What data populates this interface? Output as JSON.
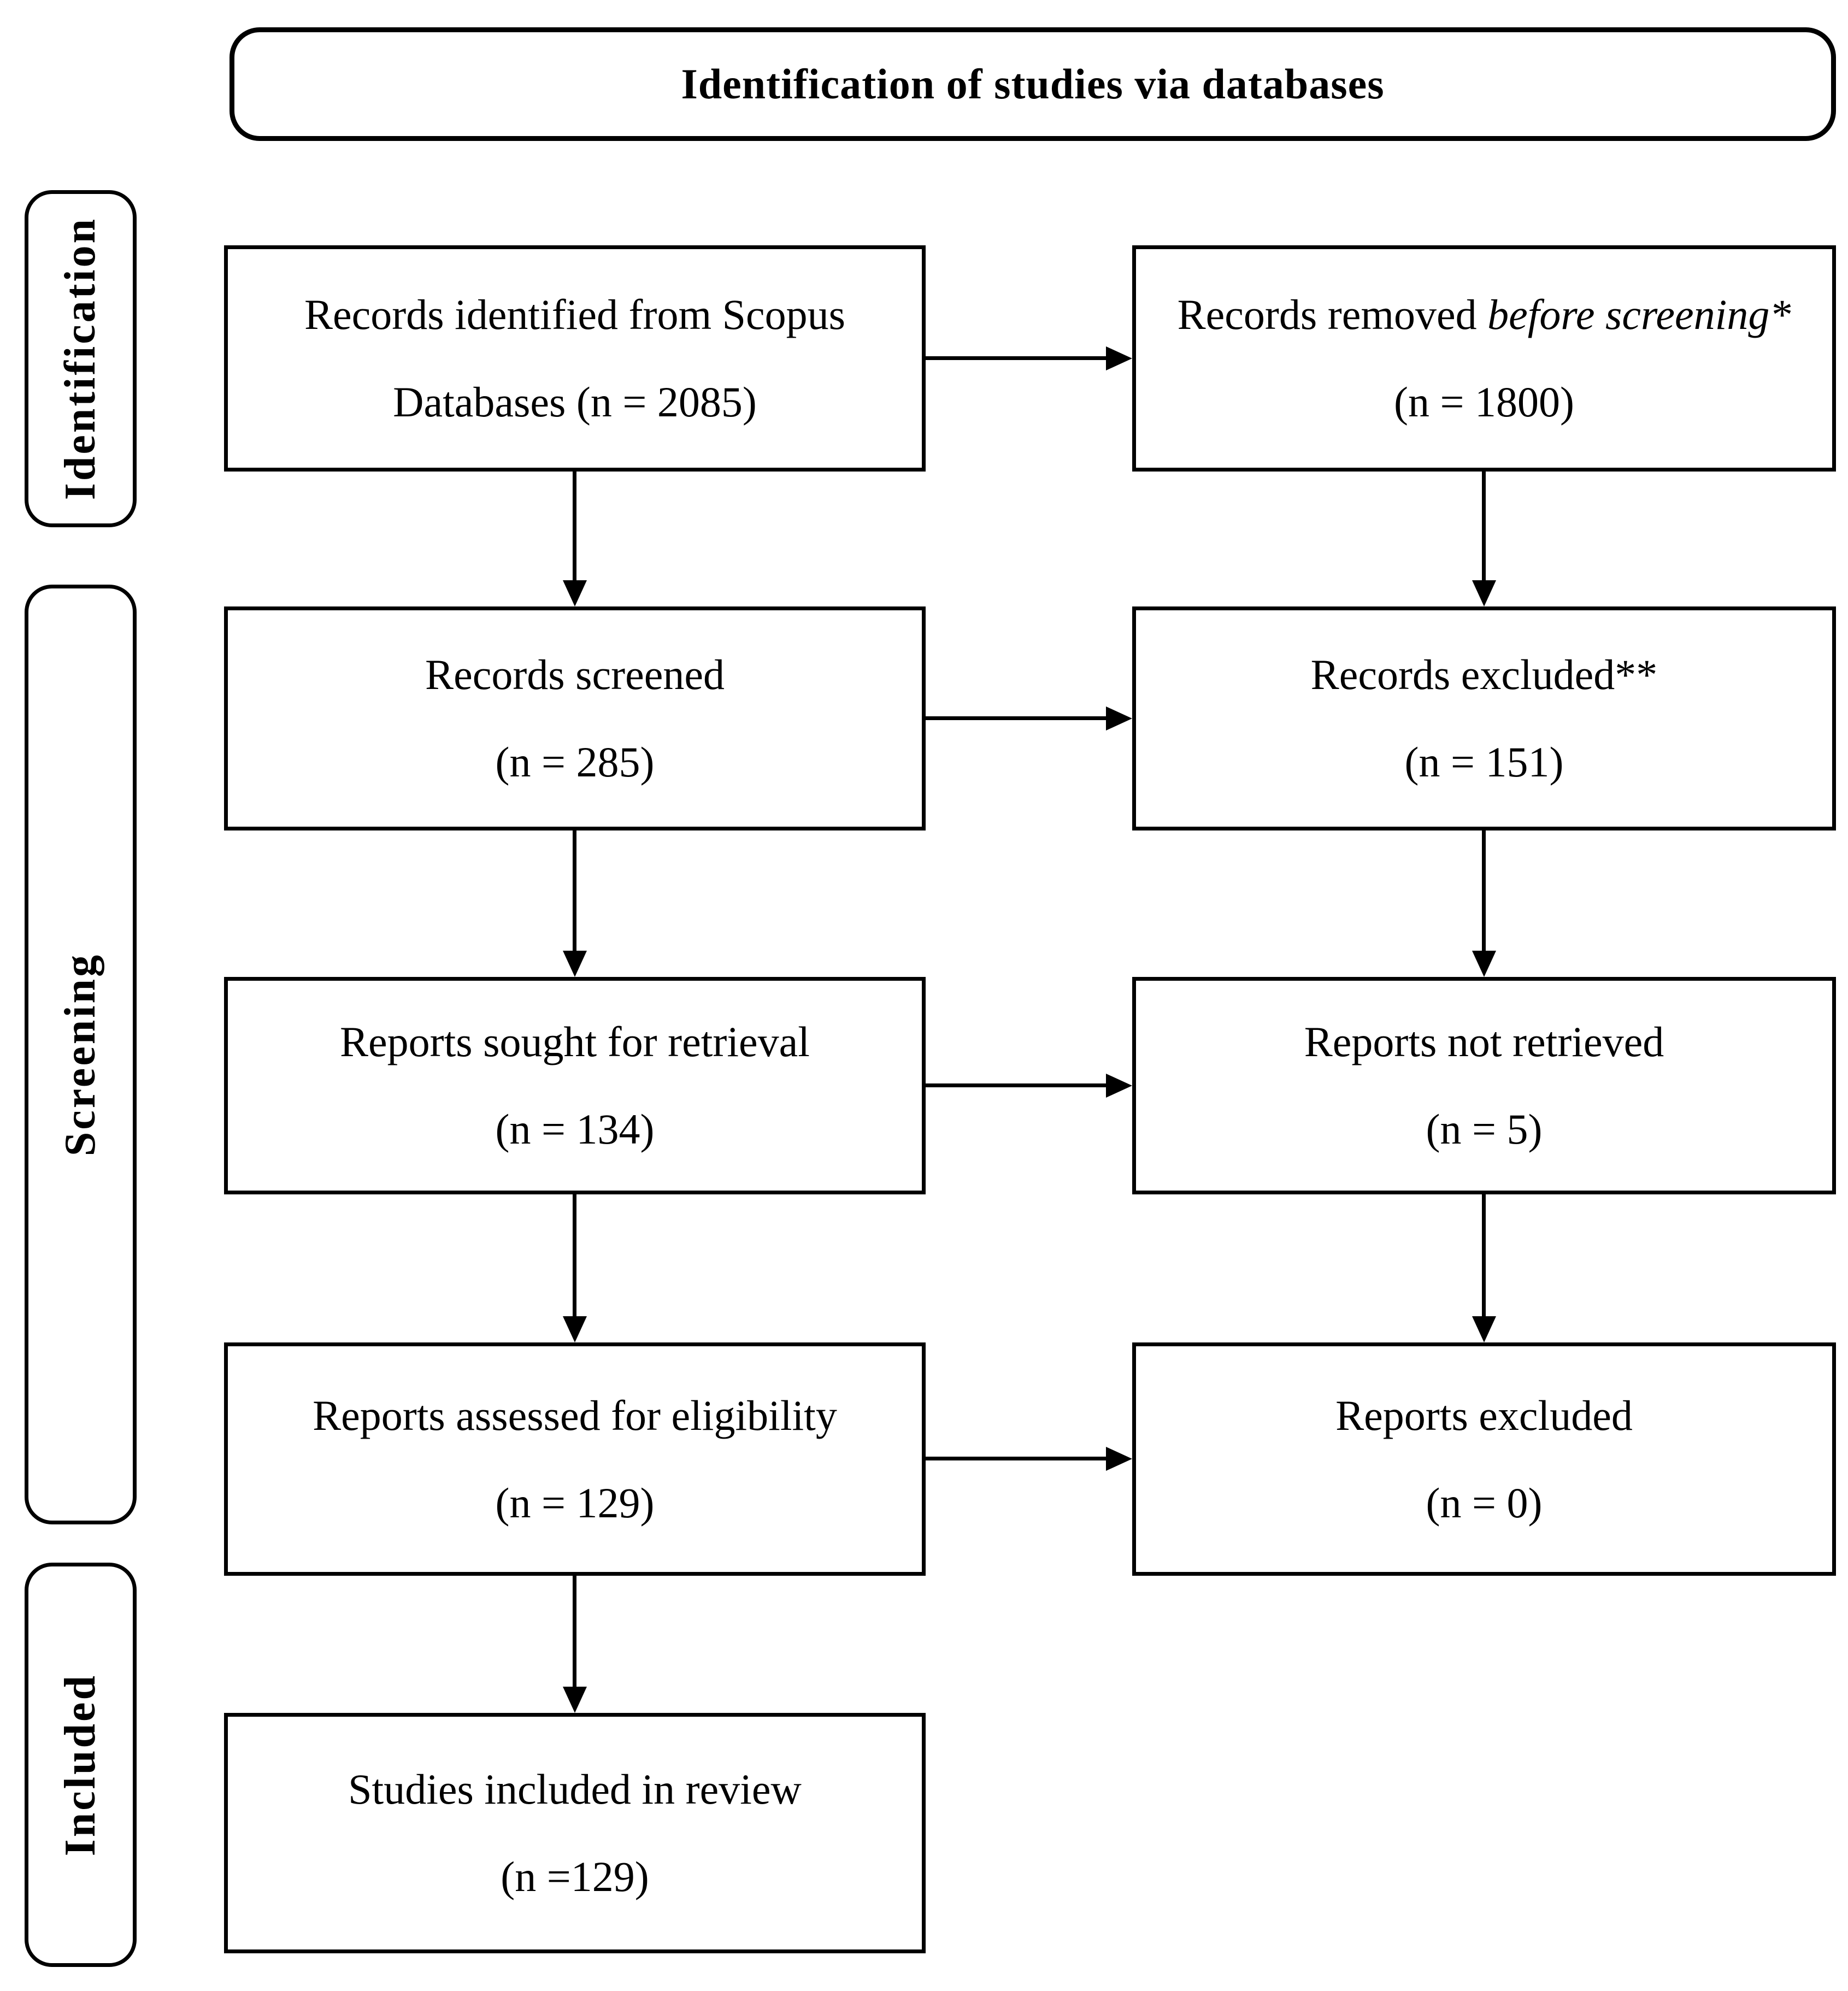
{
  "header": {
    "title": "Identification of studies via databases"
  },
  "side_labels": [
    {
      "label": "Identification"
    },
    {
      "label": "Screening"
    },
    {
      "label": "Included"
    }
  ],
  "flow": {
    "left_column": [
      {
        "line1": "Records identified from Scopus",
        "line2": "Databases (n = 2085)"
      },
      {
        "line1": "Records screened",
        "line2": "(n = 285)"
      },
      {
        "line1": "Reports sought for retrieval",
        "line2": "(n = 134)"
      },
      {
        "line1": "Reports assessed for eligibility",
        "line2": "(n = 129)"
      },
      {
        "line1": "Studies included in review",
        "line2": "(n =129)"
      }
    ],
    "right_column": [
      {
        "line1_prefix": "Records removed ",
        "line1_italic": "before screening*",
        "line2": "(n = 1800)"
      },
      {
        "line1": "Records excluded**",
        "line2": "(n = 151)"
      },
      {
        "line1": "Reports not retrieved",
        "line2": "(n = 5)"
      },
      {
        "line1": "Reports excluded",
        "line2": "(n = 0)"
      }
    ]
  },
  "colors": {
    "border": "#000000",
    "text": "#000000",
    "background": "#ffffff"
  }
}
